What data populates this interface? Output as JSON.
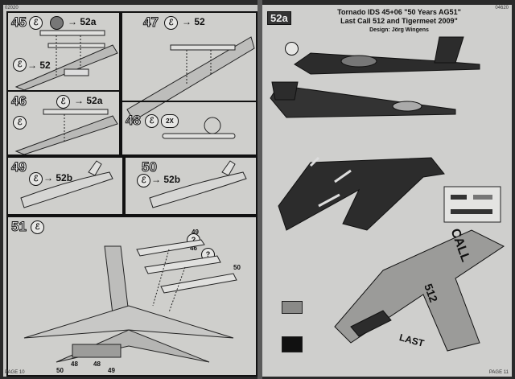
{
  "left_page": {
    "code_top": "02020",
    "footer": "PAGE 10",
    "steps": [
      {
        "number": "45",
        "arrow_label": "52a",
        "arrow_label2": "52"
      },
      {
        "number": "46",
        "arrow_label": "52a"
      },
      {
        "number": "47",
        "arrow_label": "52"
      },
      {
        "number": "48",
        "multiplier": "2X"
      },
      {
        "number": "49",
        "arrow_label": "52b"
      },
      {
        "number": "50",
        "arrow_label": "52b"
      },
      {
        "number": "51"
      }
    ],
    "part_numbers": {
      "p49": "49",
      "p46": "46",
      "p50": "50",
      "b50a": "50",
      "b48a": "48",
      "b48b": "48",
      "b49": "49"
    }
  },
  "right_page": {
    "code_top": "04620",
    "footer": "PAGE 11",
    "step_badge": "52a",
    "title_line1": "Tornado IDS 45+06 \"50 Years AG51\"",
    "title_line2": "Last Call 512 and Tigermeet 2009\"",
    "designer": "Design: Jörg Wingens",
    "tail_text_1": "CALL",
    "tail_text_2": "512",
    "tail_text_3": "LAST",
    "colors": {
      "grey": "#8a8a88",
      "black": "#111111",
      "tiger": "#2c2c2c"
    }
  }
}
